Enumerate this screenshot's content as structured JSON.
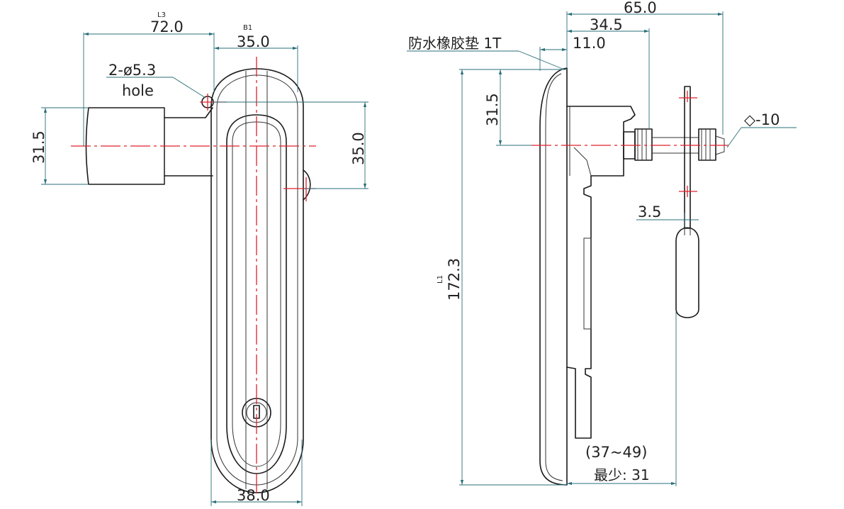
{
  "front_view": {
    "dim_overall_width": "72.0",
    "dim_overall_width_ref": "L3",
    "dim_handle_width": "35.0",
    "dim_handle_width_ref": "B1",
    "hole_note": "2-ø5.3",
    "hole_label": "hole",
    "dim_body_height": "31.5",
    "dim_hole_spacing": "35.0",
    "dim_base_width": "38.0"
  },
  "side_view": {
    "dim_total_depth": "65.0",
    "dim_shaft_depth": "34.5",
    "gasket_note": "防水橡胶垫 1T",
    "dim_gasket_offset": "11.0",
    "dim_shaft_height": "31.5",
    "square_shaft_note": "◇-10",
    "dim_cam_thickness": "3.5",
    "dim_total_height": "172.3",
    "dim_total_height_ref": "L1",
    "panel_range": "(37~49)",
    "panel_min": "最少: 31"
  }
}
